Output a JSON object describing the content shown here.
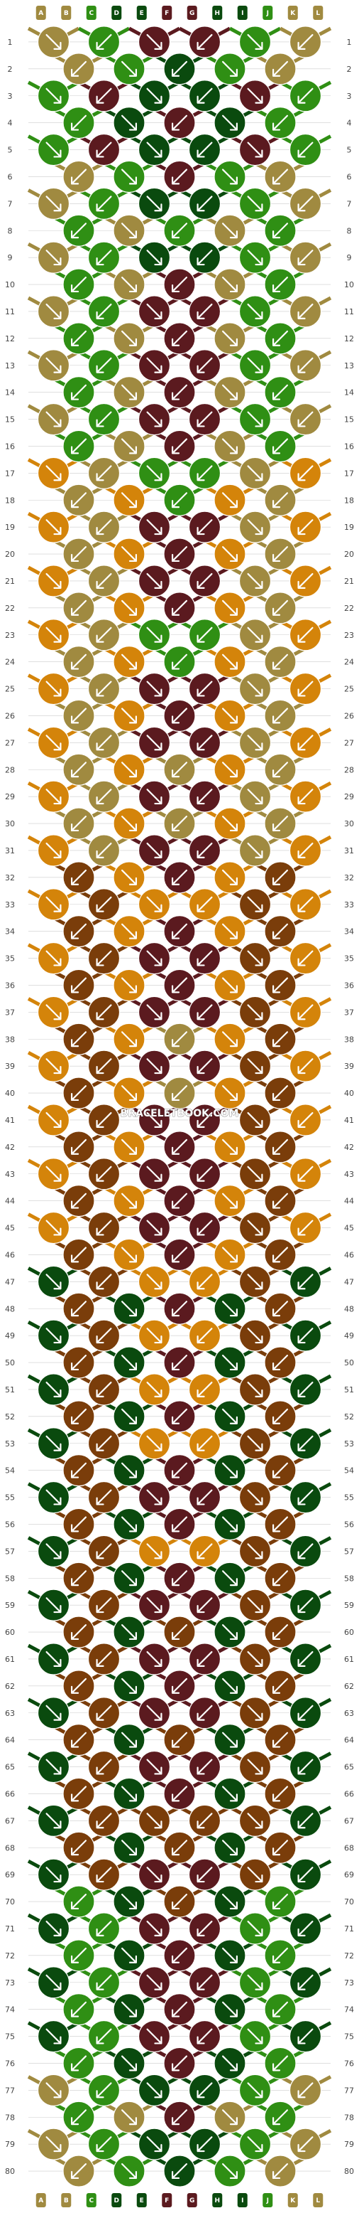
{
  "watermark": "BRACELETBOOK.COM",
  "colors": {
    "A": "#5b1a1f",
    "B": "#0a4a0e",
    "C": "#2f8f14",
    "D": "#a08a40",
    "E": "#d4840a",
    "F": "#7a3d0a"
  },
  "strands_top": [
    "D",
    "D",
    "C",
    "B",
    "B",
    "A",
    "A",
    "B",
    "B",
    "C",
    "D",
    "D"
  ],
  "strands_bottom": [
    "D",
    "D",
    "C",
    "B",
    "B",
    "A",
    "A",
    "B",
    "B",
    "C",
    "D",
    "D"
  ],
  "row_count": 80,
  "knot_palette_cycle": [
    "A",
    "C",
    "B",
    "D",
    "E",
    "F"
  ],
  "rows": [
    "DCAA",
    "DCBA",
    "CABA",
    "CBAA",
    "CABA",
    "DCAB",
    "DCBA",
    "CDCA",
    "DCBA",
    "CDAB",
    "DCAA",
    "CDAC",
    "DCAA",
    "CDAB",
    "DCAA",
    "CDAB",
    "EDCA",
    "DECA",
    "EDAC",
    "DEAC",
    "EDAC",
    "DEAC",
    "EDCA",
    "DECA",
    "EDAC",
    "DEAC",
    "EDAC",
    "DEDA",
    "EDAA",
    "DEDA",
    "EDAA",
    "FEAA",
    "EFEA",
    "FEAD",
    "EFAD",
    "FEAD",
    "EFAD",
    "FEDA",
    "EFAD",
    "FEDD",
    "EFAD",
    "FEAA",
    "EFAA",
    "FEAA",
    "EFAA",
    "FEAA",
    "BFEA",
    "FBAE",
    "BFEA",
    "FBAE",
    "BFEA",
    "FBAE",
    "BFEA",
    "FBAE",
    "BFAE",
    "FBAE",
    "BFEA",
    "FBAE",
    "BFAE",
    "FBFA",
    "BFAF",
    "FBAF",
    "BFAF",
    "FBFA",
    "BFAF",
    "FBAF",
    "BFFA",
    "FBFA",
    "BFAF",
    "CBFA",
    "BCAF",
    "CBAA",
    "BCAA",
    "CBAA",
    "BCAA",
    "CBAA",
    "DCBA",
    "CDAB",
    "DCBA",
    "DCBA"
  ]
}
